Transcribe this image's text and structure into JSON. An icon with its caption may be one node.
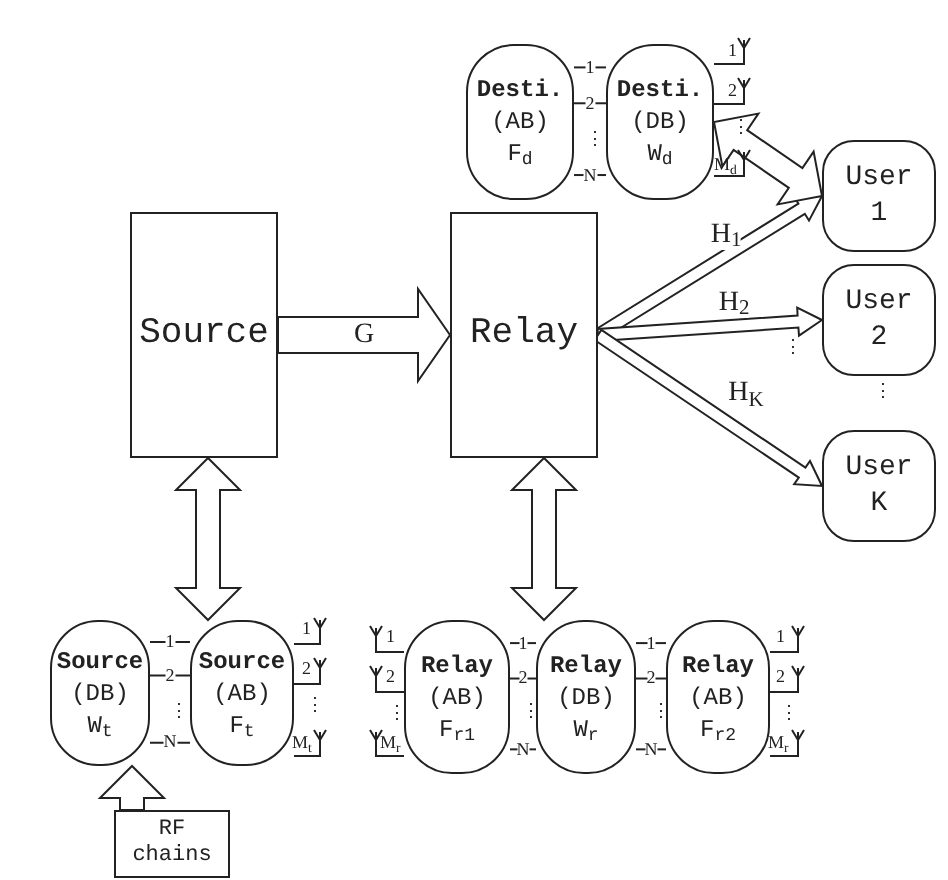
{
  "diagram": {
    "nodes": [
      {
        "text": [
          "Source"
        ]
      },
      {
        "text": [
          "Relay"
        ]
      },
      {
        "text": [
          "User",
          "1"
        ]
      },
      {
        "text": [
          "User",
          "2"
        ]
      },
      {
        "text": [
          "User",
          "K"
        ]
      },
      {
        "text": [
          "Desti.",
          "(AB)",
          "F$_{d}$"
        ]
      },
      {
        "text": [
          "Desti.",
          "(DB)",
          "W$_{d}$"
        ]
      },
      {
        "text": [
          "Source",
          "(DB)",
          "W$_{t}$"
        ]
      },
      {
        "text": [
          "Source",
          "(AB)",
          "F$_{t}$"
        ]
      },
      {
        "text": [
          "RF chains"
        ]
      },
      {
        "text": [
          "Relay",
          "(AB)",
          "F$_{r1}$"
        ]
      },
      {
        "text": [
          "Relay",
          "(DB)",
          "W$_{r}$"
        ]
      },
      {
        "text": [
          "Relay",
          "(AB)",
          "F$_{r2}$"
        ]
      }
    ],
    "edges": [
      {
        "from": 0,
        "to": 1,
        "arrow": "to",
        "label": "G",
        "style": "thick"
      },
      {
        "from": 0,
        "to": 8,
        "arrow": "both",
        "style": "thick"
      },
      {
        "from": 1,
        "to": 11,
        "arrow": "both",
        "style": "thick"
      },
      {
        "from": 1,
        "to": 2,
        "arrow": "to",
        "label": "H$_{1}$",
        "style": "thick"
      },
      {
        "from": 1,
        "to": 3,
        "arrow": "to",
        "label": "H$_{2}$",
        "style": "thick"
      },
      {
        "from": 1,
        "to": 4,
        "arrow": "to",
        "label": "H$_{K}$",
        "style": "thick"
      },
      {
        "from": 6,
        "to": 2,
        "arrow": "both",
        "style": "thick"
      },
      {
        "from": 9,
        "to": 7,
        "arrow": "to",
        "style": "thick"
      },
      {
        "from": 5,
        "to": 6,
        "arrow": "none",
        "label": "1"
      },
      {
        "from": 5,
        "to": 6,
        "arrow": "none",
        "label": "2"
      },
      {
        "from": 5,
        "to": 6,
        "arrow": "none",
        "label": "N"
      },
      {
        "from": 7,
        "to": 8,
        "arrow": "none",
        "label": "1"
      },
      {
        "from": 7,
        "to": 8,
        "arrow": "none",
        "label": "2"
      },
      {
        "from": 7,
        "to": 8,
        "arrow": "none",
        "label": "N"
      },
      {
        "from": 10,
        "to": 11,
        "arrow": "none",
        "label": "1"
      },
      {
        "from": 10,
        "to": 11,
        "arrow": "none",
        "label": "2"
      },
      {
        "from": 10,
        "to": 11,
        "arrow": "none",
        "label": "N"
      },
      {
        "from": 11,
        "to": 12,
        "arrow": "none",
        "label": "1"
      },
      {
        "from": 11,
        "to": 12,
        "arrow": "none",
        "label": "2"
      },
      {
        "from": 11,
        "to": 12,
        "arrow": "none",
        "label": "N"
      }
    ],
    "labels": [
      "1",
      "2",
      "⋮",
      "M$_{d}$",
      "⋮",
      "⋮",
      "⋮",
      "⋮",
      "1",
      "2",
      "⋮",
      "M$_{t}$",
      "1",
      "2",
      "⋮",
      "M$_{r}$",
      "⋮",
      "⋮",
      "1",
      "2",
      "⋮",
      "M$_{r}$"
    ]
  }
}
